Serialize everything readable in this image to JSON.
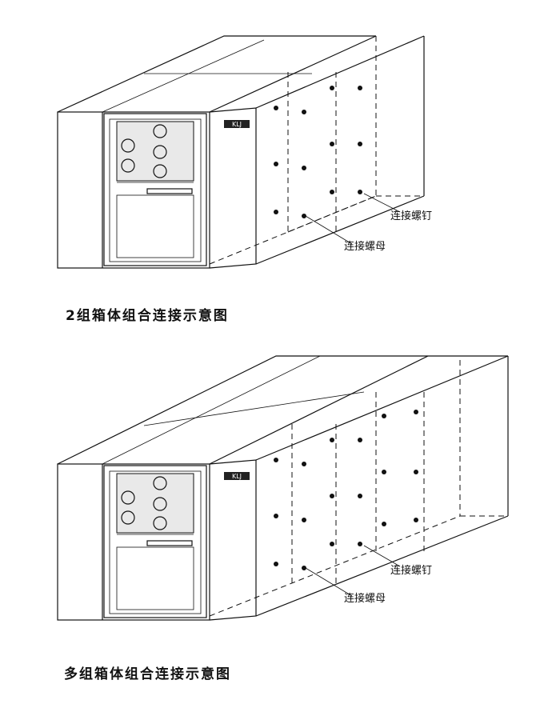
{
  "figures": [
    {
      "caption": "2组箱体组合连接示意图",
      "label_screw": "连接螺钉",
      "label_nut": "连接螺母",
      "panel_badge": "KLJ"
    },
    {
      "caption": "多组箱体组合连接示意图",
      "label_screw": "连接螺钉",
      "label_nut": "连接螺母",
      "panel_badge": "KLJ"
    }
  ]
}
